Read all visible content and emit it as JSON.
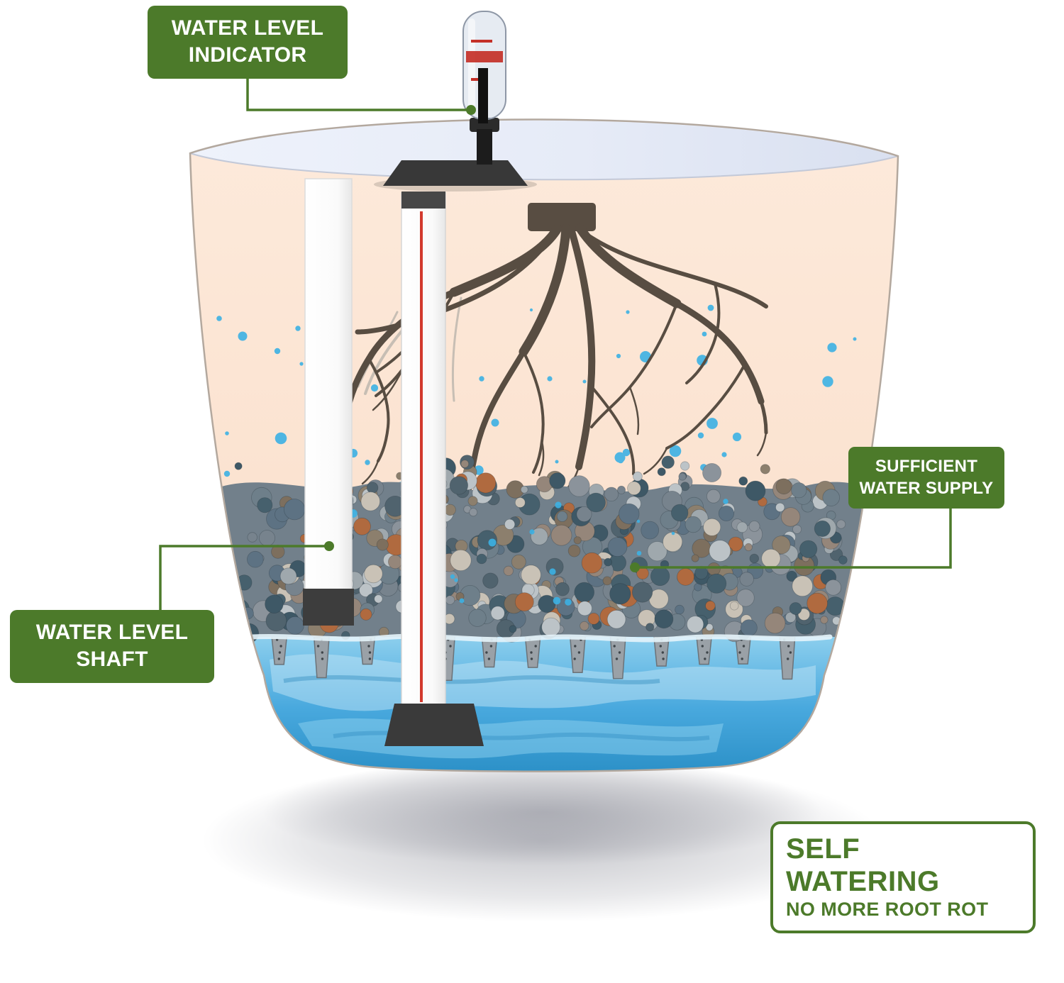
{
  "callouts": {
    "water_level_indicator": {
      "line1": "WATER LEVEL",
      "line2": "INDICATOR"
    },
    "sufficient_water_supply": {
      "line1": "SUFFICIENT",
      "line2": "WATER SUPPLY"
    },
    "water_level_shaft": {
      "line1": "WATER LEVEL",
      "line2": "SHAFT"
    }
  },
  "badge": {
    "title": "SELF WATERING",
    "subtitle": "NO MORE ROOT ROT"
  },
  "colors": {
    "callout_green": "#4c7a2a",
    "water_dot_blue": "#3cb1e4",
    "soil_peach": "#fbe3d1",
    "root_brown": "#584d42",
    "indicator_red": "#d23a2e",
    "water_deep_blue": "#2187bf"
  }
}
